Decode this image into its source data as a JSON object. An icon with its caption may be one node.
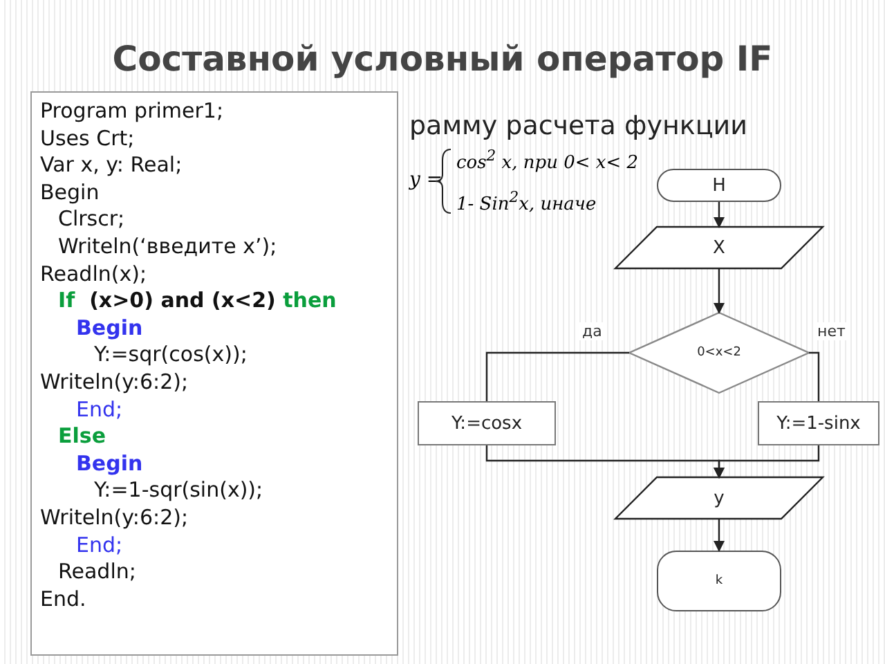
{
  "diagram": {
    "title": "Составной условный оператор IF",
    "nodes": [
      {
        "text": [
          "Program primer1;",
          "Uses Crt;",
          "Var x, y: Real;",
          "Begin",
          "Clrscr;",
          "Writeln(‘введите x’);",
          "Readln(x);",
          "If  (x>0) and (x<2) then",
          "Begin",
          "Y:=sqr(cos(x));",
          "Writeln(y:6:2);",
          "End;",
          "Else",
          "Begin",
          "Y:=1-sqr(sin(x));",
          "Writeln(y:6:2);",
          "End;",
          "Readln;",
          "End."
        ]
      },
      {
        "text": [
          "Н"
        ]
      },
      {
        "text": [
          "X"
        ]
      },
      {
        "text": [
          "0<x<2"
        ]
      },
      {
        "text": [
          "Y:=cosx"
        ]
      },
      {
        "text": [
          "Y:=1-sinx"
        ]
      },
      {
        "text": [
          "y"
        ]
      },
      {
        "text": [
          "k"
        ]
      }
    ],
    "edges": [
      {
        "from": 1,
        "to": 2,
        "arrow": "to"
      },
      {
        "from": 2,
        "to": 3,
        "arrow": "to"
      },
      {
        "from": 3,
        "to": 4,
        "arrow": "none",
        "label": "да"
      },
      {
        "from": 3,
        "to": 5,
        "arrow": "none",
        "label": "нет"
      },
      {
        "from": 4,
        "to": 6,
        "arrow": "to"
      },
      {
        "from": 5,
        "to": 6,
        "arrow": "to"
      },
      {
        "from": 6,
        "to": 7,
        "arrow": "to"
      }
    ],
    "labels": [
      "рамму расчета функции",
      "y =",
      "cos$^{2}$ x, при 0< x< 2",
      "1- Sin$^{2}$x, иначе"
    ]
  }
}
